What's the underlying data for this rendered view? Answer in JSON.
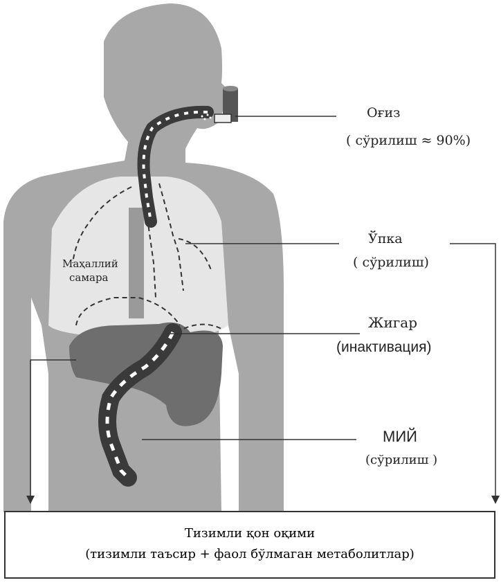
{
  "labels": {
    "mouth": "Оғиз",
    "mouth_absorption": "( сўрилиш ≈ 90%)",
    "lung": "Ўпка",
    "lung_absorption": "( сўрилиш)",
    "local_effect_line1": "Маҳаллий",
    "local_effect_line2": "самара",
    "liver": "Жигар",
    "liver_inactivation": "(инактивация)",
    "intestine": "МИЙ",
    "intestine_absorption": "(сўрилиш )"
  },
  "systemic": {
    "title": "Тизимли қон оқими",
    "subtitle": "(тизимли таъсир + фаол бўлмаган метаболитлар)"
  },
  "colors": {
    "body": "#a8a8a8",
    "organ": "#7a7a7a",
    "tract": "#3a3a3a",
    "line": "#333333"
  }
}
